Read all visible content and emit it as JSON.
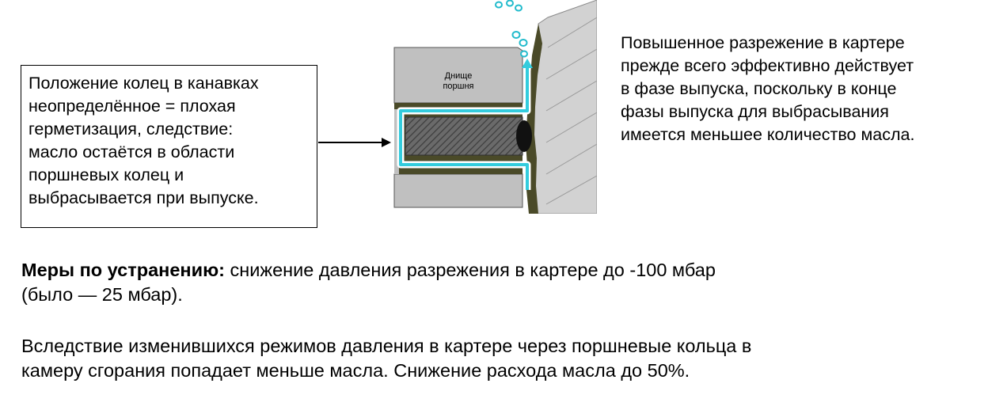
{
  "callout": {
    "lines": [
      "Положение колец в канавках",
      "неопределённое = плохая",
      "герметизация, следствие:",
      "масло остаётся в области",
      "поршневых колец и",
      "выбрасывается при выпуске."
    ]
  },
  "diagram": {
    "piston_label_line1": "Днище",
    "piston_label_line2": "поршня",
    "oil_color": "#33ccdd",
    "ring_color": "#555555",
    "groove_color": "#4a4a28",
    "piston_color": "#c0c0c0"
  },
  "right_text": {
    "lines": [
      "Повышенное разрежение в картере",
      "прежде всего эффективно действует",
      "в фазе выпуска, поскольку в конце",
      "фазы выпуска для выбрасывания",
      "имеется меньшее количество масла."
    ]
  },
  "measures": {
    "label": "Меры по устранению:",
    "line1_rest": " снижение давления разрежения в картере до -100 мбар",
    "line2": "(было — 25 мбар)."
  },
  "effect": {
    "line1": "Вследствие изменившихся режимов давления в картере через поршневые кольца в",
    "line2": "камеру сгорания попадает меньше масла. Снижение расхода масла до 50%."
  }
}
